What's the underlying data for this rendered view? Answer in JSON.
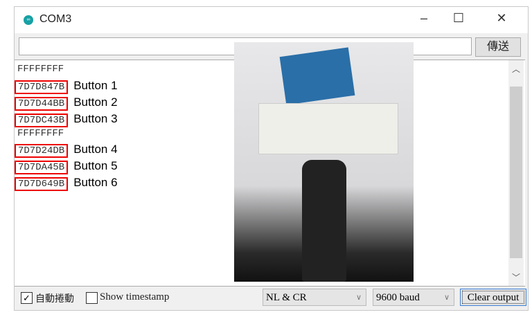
{
  "window": {
    "title": "COM3",
    "minimize": "–",
    "maximize": "☐",
    "close": "✕"
  },
  "send": {
    "input_value": "",
    "button": "傳送"
  },
  "output": [
    {
      "code": "FFFFFFFF",
      "label": ""
    },
    {
      "code": "7D7D847B",
      "label": "Button 1"
    },
    {
      "code": "7D7D44BB",
      "label": "Button 2"
    },
    {
      "code": "7D7DC43B",
      "label": "Button 3"
    },
    {
      "code": "FFFFFFFF",
      "label": ""
    },
    {
      "code": "7D7D24DB",
      "label": "Button 4"
    },
    {
      "code": "7D7DA45B",
      "label": "Button 5"
    },
    {
      "code": "7D7D649B",
      "label": "Button 6"
    }
  ],
  "bottom": {
    "autoscroll": "自動捲動",
    "autoscroll_checked": true,
    "timestamp": "Show timestamp",
    "timestamp_checked": false,
    "line_ending": "NL & CR",
    "baud": "9600 baud",
    "clear": "Clear output"
  },
  "colors": {
    "highlight": "#e00000",
    "logo": "#17a1a5"
  }
}
